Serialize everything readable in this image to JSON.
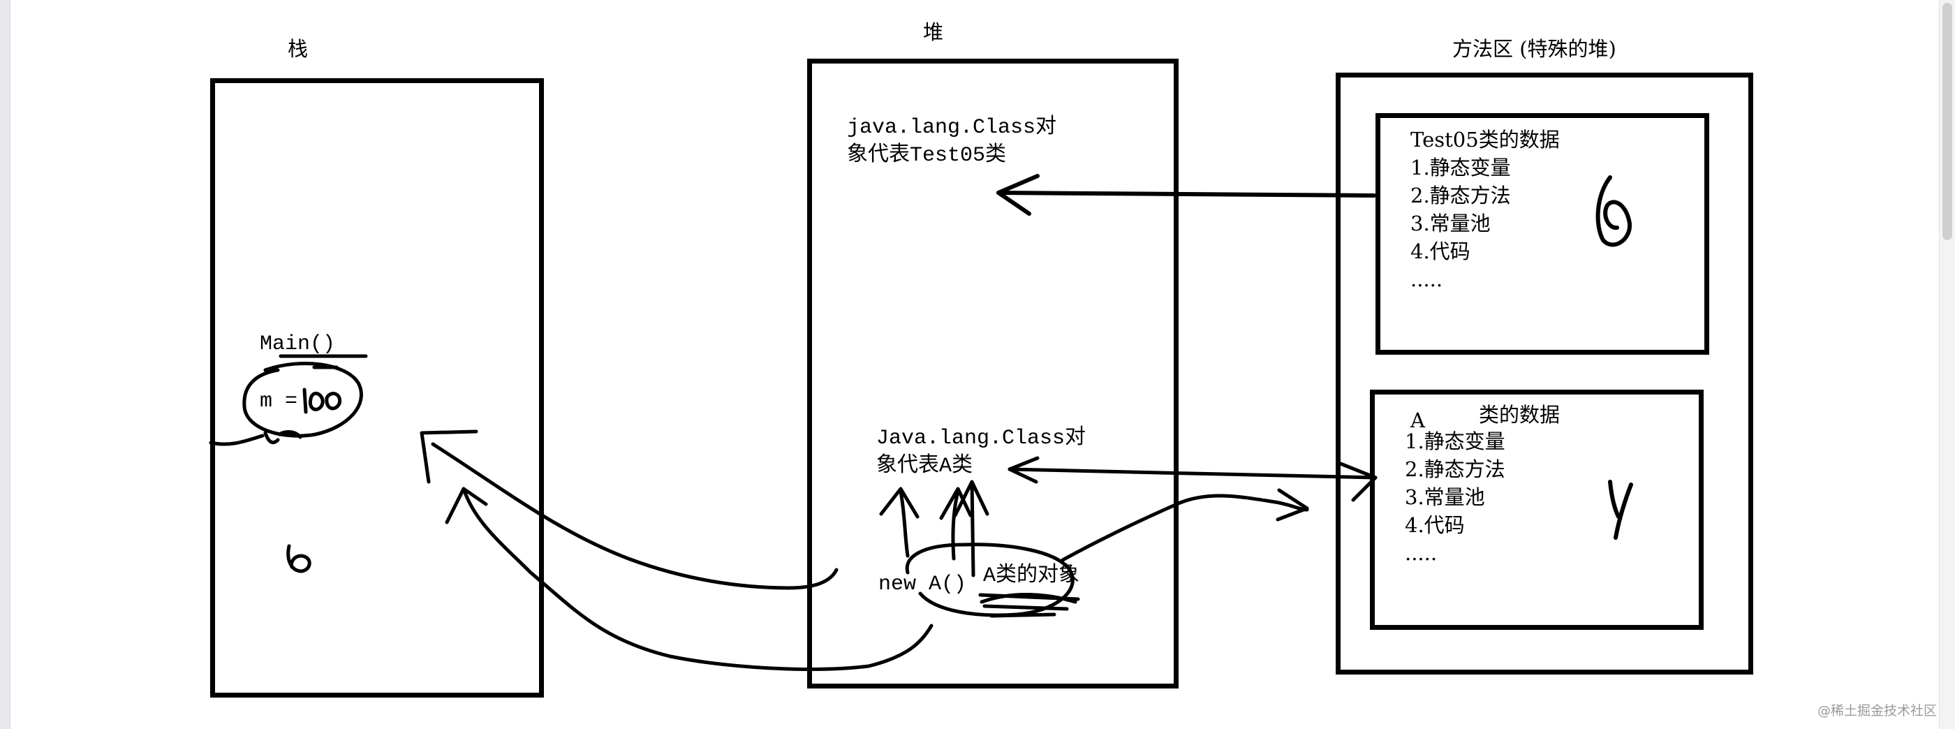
{
  "stack": {
    "title": "栈",
    "main_label": "Main()",
    "var_label": "m = ",
    "scribble": "100"
  },
  "heap": {
    "title": "堆",
    "class_obj_test05": [
      "java.lang.Class对",
      "象代表Test05类"
    ],
    "class_obj_a": [
      "Java.lang.Class对",
      "象代表A类"
    ],
    "new_a": "new A()",
    "a_object": "A类的对象"
  },
  "method_area": {
    "title": "方法区 (特殊的堆)",
    "test05_block": {
      "header": "Test05类的数据",
      "items": [
        "1.静态变量",
        "2.静态方法",
        "3.常量池",
        "4.代码",
        "....."
      ]
    },
    "a_block": {
      "header_letter": "A",
      "header_rest": "类的数据",
      "items": [
        "1.静态变量",
        "2.静态方法",
        "3.常量池",
        "4.代码",
        "....."
      ]
    }
  },
  "handwritten_marks": [
    "b",
    "6",
    "y"
  ],
  "watermark": "@稀土掘金技术社区"
}
